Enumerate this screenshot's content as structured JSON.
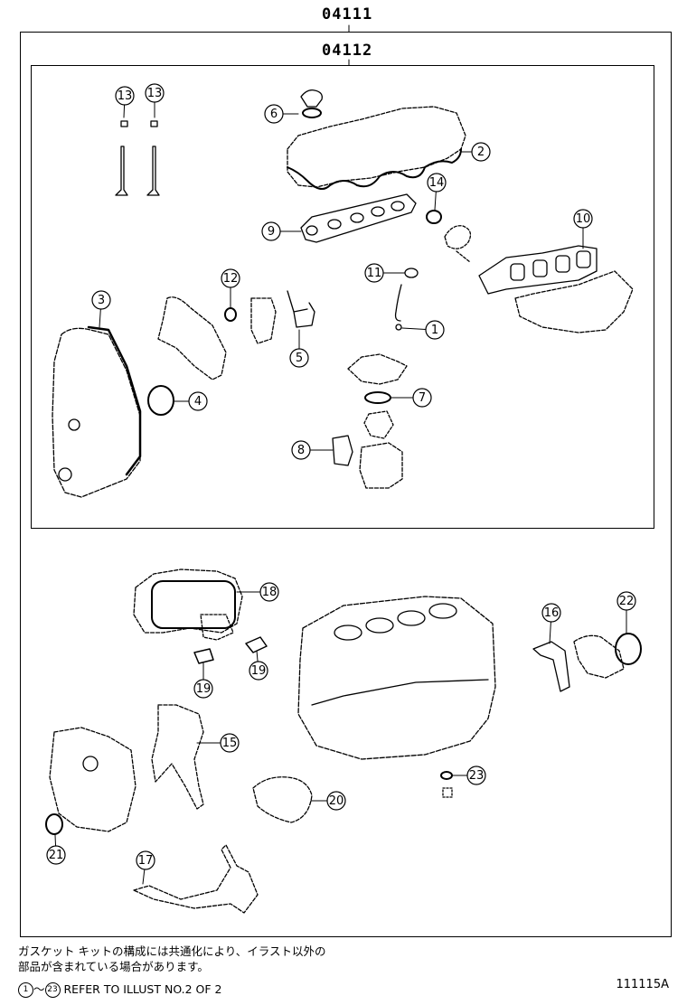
{
  "header": {
    "outer_code": "04111",
    "inner_code": "04112"
  },
  "callouts": {
    "c1": "1",
    "c2": "2",
    "c3": "3",
    "c4": "4",
    "c5": "5",
    "c6": "6",
    "c7": "7",
    "c8": "8",
    "c9": "9",
    "c10": "10",
    "c11": "11",
    "c12": "12",
    "c13a": "13",
    "c13b": "13",
    "c14": "14",
    "c15": "15",
    "c16": "16",
    "c17": "17",
    "c18": "18",
    "c19a": "19",
    "c19b": "19",
    "c20": "20",
    "c21": "21",
    "c22": "22",
    "c23": "23"
  },
  "footer": {
    "note_line1": "ガスケット キットの構成には共通化により、イラスト以外の",
    "note_line2": "部品が含まれている場合があります。",
    "range_start": "1",
    "range_tilde": "〜",
    "range_end": "23",
    "refer_text": "REFER TO ILLUST NO.2 OF 2",
    "figure_id": "111115A"
  }
}
